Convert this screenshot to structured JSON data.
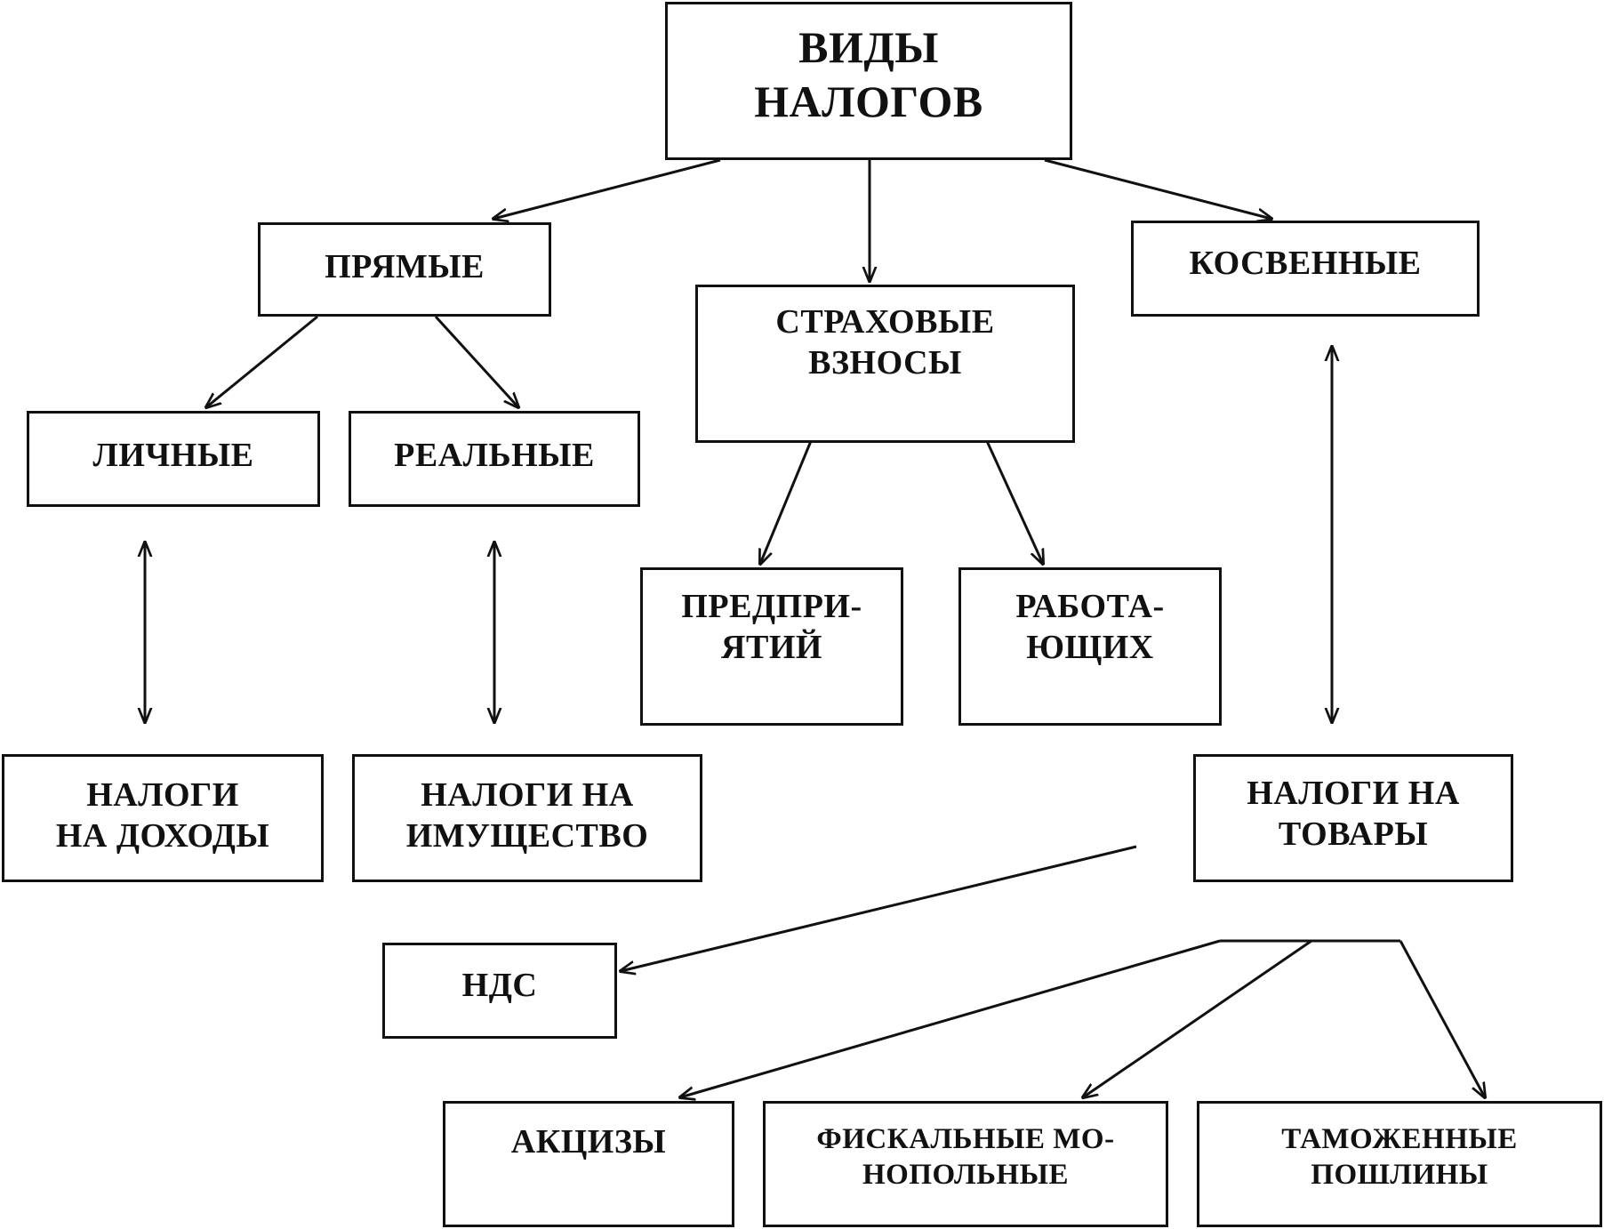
{
  "diagram": {
    "root": {
      "lines": [
        "ВИДЫ",
        "НАЛОГОВ"
      ]
    },
    "direct": {
      "label": "ПРЯМЫЕ"
    },
    "insurance": {
      "lines": [
        "СТРАХОВЫЕ",
        "ВЗНОСЫ"
      ]
    },
    "indirect": {
      "label": "КОСВЕННЫЕ"
    },
    "personal": {
      "label": "ЛИЧНЫЕ"
    },
    "real": {
      "label": "РЕАЛЬНЫЕ"
    },
    "enterprises": {
      "lines": [
        "ПРЕДПРИ-",
        "ЯТИЙ"
      ]
    },
    "workers": {
      "lines": [
        "РАБОТА-",
        "ЮЩИХ"
      ]
    },
    "income_taxes": {
      "lines": [
        "НАЛОГИ",
        "НА ДОХОДЫ"
      ]
    },
    "property_taxes": {
      "lines": [
        "НАЛОГИ НА",
        "ИМУЩЕСТВО"
      ]
    },
    "goods_taxes": {
      "lines": [
        "НАЛОГИ НА",
        "ТОВАРЫ"
      ]
    },
    "vat": {
      "label": "НДС"
    },
    "excise": {
      "label": "АКЦИЗЫ"
    },
    "fiscal_monopoly": {
      "lines": [
        "ФИСКАЛЬНЫЕ МО-",
        "НОПОЛЬНЫЕ"
      ]
    },
    "customs": {
      "lines": [
        "ТАМОЖЕННЫЕ",
        "ПОШЛИНЫ"
      ]
    }
  }
}
